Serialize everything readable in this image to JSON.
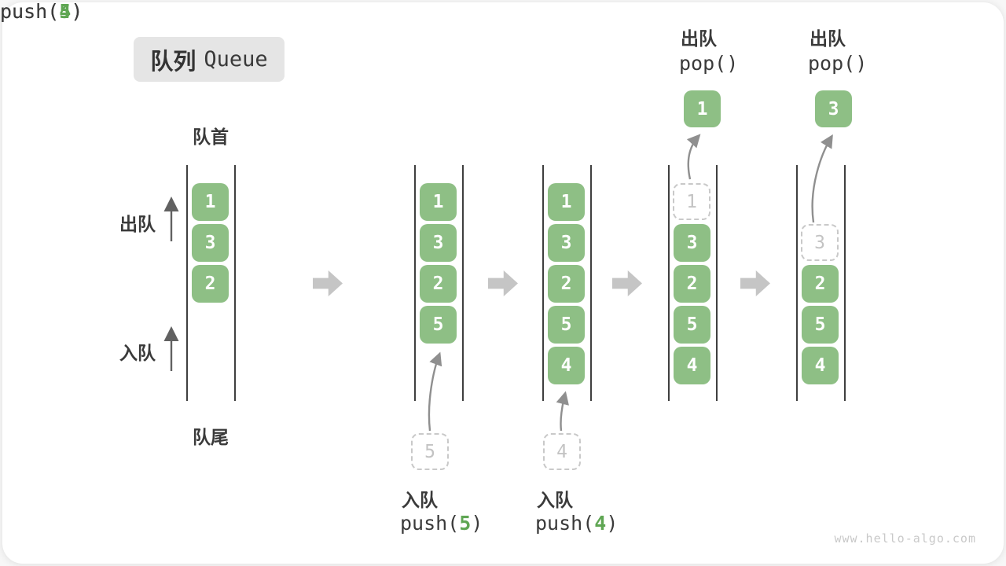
{
  "diagram": {
    "title": {
      "zh": "队列",
      "en": "Queue"
    },
    "front_label": "队首",
    "rear_label": "队尾",
    "side_labels": {
      "dequeue": "出队",
      "enqueue": "入队"
    },
    "watermark": "www.hello-algo.com"
  },
  "colors": {
    "item_green": "#8ebf85",
    "code_accent_green": "#5fa653",
    "label_text": "#3a3a3a",
    "channel_line": "#3f3f3f",
    "block_arrow_gray": "#c5c5c5",
    "curve_arrow_gray": "#8f8f8f",
    "ghost_gray": "#c9c9c9",
    "badge_bg": "#e5e5e5",
    "watermark_gray": "#c9c9c9"
  },
  "states": [
    {
      "name": "initial",
      "slots": [
        {
          "type": "filled",
          "value": "1"
        },
        {
          "type": "filled",
          "value": "3"
        },
        {
          "type": "filled",
          "value": "2"
        }
      ]
    },
    {
      "name": "after-push-5",
      "slots": [
        {
          "type": "filled",
          "value": "1"
        },
        {
          "type": "filled",
          "value": "3"
        },
        {
          "type": "filled",
          "value": "2"
        },
        {
          "type": "filled",
          "value": "5"
        }
      ],
      "op": {
        "side": "below",
        "label": "入队",
        "code": [
          {
            "t": "push("
          },
          {
            "t": "5",
            "accent": true
          },
          {
            "t": ")"
          }
        ],
        "ghost_value": "5"
      }
    },
    {
      "name": "after-push-4",
      "slots": [
        {
          "type": "filled",
          "value": "1"
        },
        {
          "type": "filled",
          "value": "3"
        },
        {
          "type": "filled",
          "value": "2"
        },
        {
          "type": "filled",
          "value": "5"
        },
        {
          "type": "filled",
          "value": "4"
        }
      ],
      "op": {
        "side": "below",
        "label": "入队",
        "code": [
          {
            "t": "push("
          },
          {
            "t": "4",
            "accent": true
          },
          {
            "t": ")"
          }
        ],
        "ghost_value": "4"
      }
    },
    {
      "name": "pop-1",
      "slots": [
        {
          "type": "ghost",
          "value": "1"
        },
        {
          "type": "filled",
          "value": "3"
        },
        {
          "type": "filled",
          "value": "2"
        },
        {
          "type": "filled",
          "value": "5"
        },
        {
          "type": "filled",
          "value": "4"
        }
      ],
      "op": {
        "side": "above",
        "label": "出队",
        "code": [
          {
            "t": "pop()"
          }
        ],
        "popped_value": "1"
      }
    },
    {
      "name": "pop-3",
      "slots": [
        {
          "type": "empty"
        },
        {
          "type": "ghost",
          "value": "3"
        },
        {
          "type": "filled",
          "value": "2"
        },
        {
          "type": "filled",
          "value": "5"
        },
        {
          "type": "filled",
          "value": "4"
        }
      ],
      "op": {
        "side": "above",
        "label": "出队",
        "code": [
          {
            "t": "pop()"
          }
        ],
        "popped_value": "3"
      }
    }
  ]
}
